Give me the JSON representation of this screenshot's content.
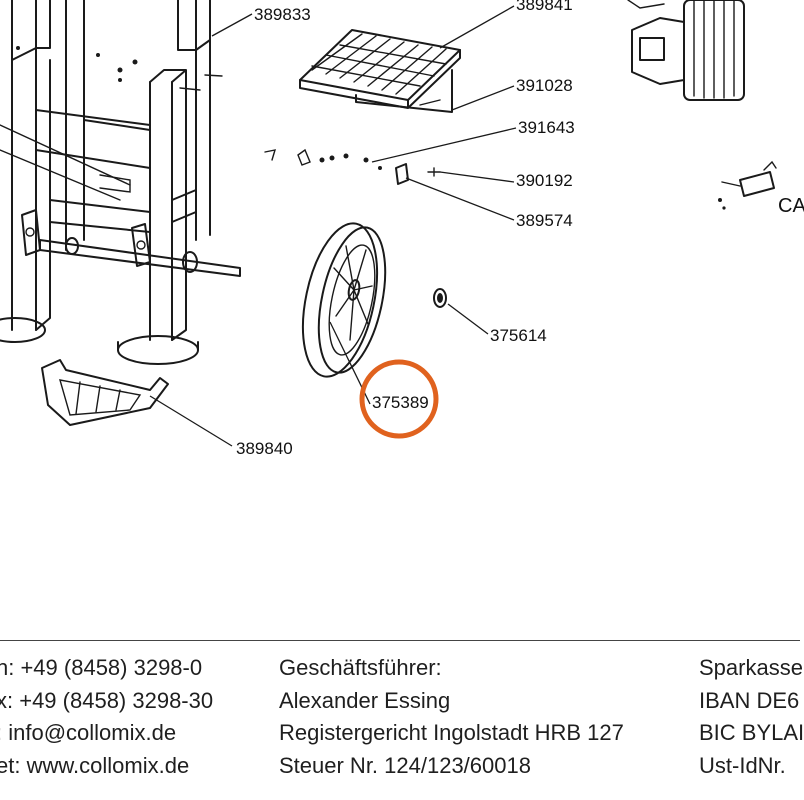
{
  "diagram": {
    "part_numbers": {
      "p389833": "389833",
      "p389841": "389841",
      "p391028": "391028",
      "p391643": "391643",
      "p390192": "390192",
      "p389574": "389574",
      "p375614": "375614",
      "p375389": "375389",
      "p389840": "389840"
    },
    "cropped_text": "CA",
    "highlight_color": "#e0621e",
    "highlighted_part": "375389"
  },
  "footer": {
    "contact": [
      "n: +49 (8458) 3298-0",
      "x: +49 (8458) 3298-30",
      ": info@collomix.de",
      "et: www.collomix.de"
    ],
    "management": [
      "Geschäftsführer:",
      "Alexander Essing",
      "Registergericht Ingolstadt HRB 127",
      "Steuer Nr. 124/123/60018"
    ],
    "bank": [
      "Sparkasse",
      "IBAN DE6",
      "BIC BYLAI",
      "Ust-IdNr."
    ]
  }
}
